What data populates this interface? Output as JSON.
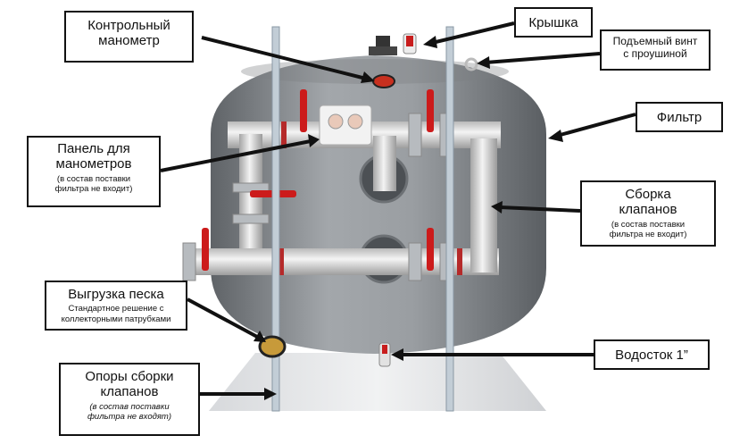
{
  "labels": {
    "control_gauge": {
      "title": "Контрольный\nманометр"
    },
    "lid": {
      "title": "Крышка"
    },
    "lift_screw": {
      "title": "Подъемный винт\nс проушиной"
    },
    "filter": {
      "title": "Фильтр"
    },
    "gauge_panel": {
      "title": "Панель для\nманометров",
      "note": "(в состав поставки\nфильтра не входит)"
    },
    "valve_assembly": {
      "title": "Сборка\nклапанов",
      "note": "(в состав поставки\nфильтра не входит)"
    },
    "sand_unload": {
      "title": "Выгрузка песка",
      "note": "Стандартное решение с\nколлекторными патрубками"
    },
    "drain": {
      "title": "Водосток 1”"
    },
    "supports": {
      "title": "Опоры сборки\nклапанов",
      "note": "(в состав поставки\nфильтра не входят)"
    }
  },
  "colors": {
    "tank": "#8f9397",
    "tank_dark": "#5e6266",
    "pipe": "#dcdcdc",
    "valve_handle": "#cc1b1b",
    "base": "#e4e6e8"
  }
}
